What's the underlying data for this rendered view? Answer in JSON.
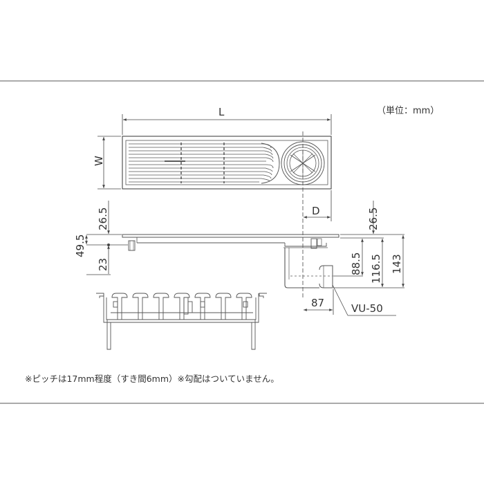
{
  "unit_note": "（単位：mm）",
  "footnote": "※ピッチは17mm程度（すき間6mm）※勾配はついていません。",
  "dimensions": {
    "L": "L",
    "W": "W",
    "D": "D",
    "top_left_height": "26.5",
    "side_total": "49.5",
    "side_lower": "23",
    "top_right_height": "26.5",
    "outlet_height": "88.5",
    "outlet_total": "116.5",
    "overall_height": "143",
    "outlet_offset": "87",
    "pipe_label": "VU-50"
  },
  "colors": {
    "line": "#444444",
    "frame": "#666666",
    "border": "#555555"
  }
}
